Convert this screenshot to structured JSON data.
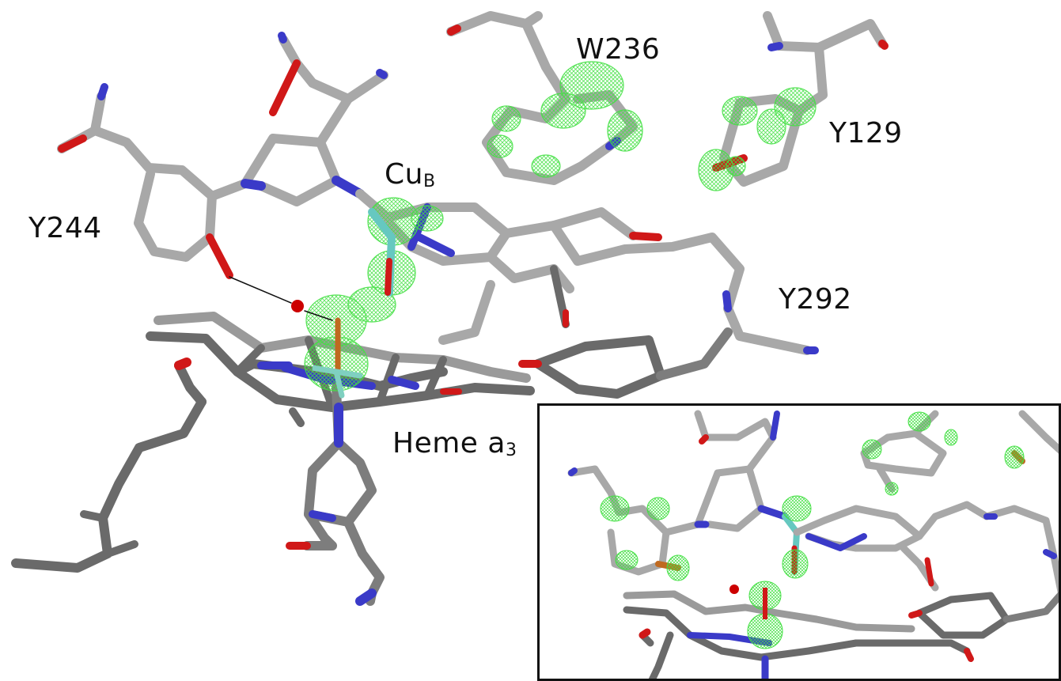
{
  "labels": {
    "w236": "W236",
    "y129": "Y129",
    "cub_main": "Cu",
    "cub_sub": "B",
    "y244": "Y244",
    "y292": "Y292",
    "heme_main": "Heme a",
    "heme_sub": "3"
  },
  "colors": {
    "carbon_light": "#a8a8a8",
    "carbon_dark": "#6a6a6a",
    "nitrogen": "#3a3ac8",
    "oxygen": "#d01818",
    "copper": "#66c8c0",
    "iron": "#4fae98",
    "density_mesh": "#44e044",
    "water": "#cc0000",
    "border": "#111111"
  },
  "icons": {
    "main_structure": "protein-stick-model-icon",
    "inset_structure": "protein-stick-model-inset-icon",
    "density": "electron-density-mesh-icon"
  }
}
